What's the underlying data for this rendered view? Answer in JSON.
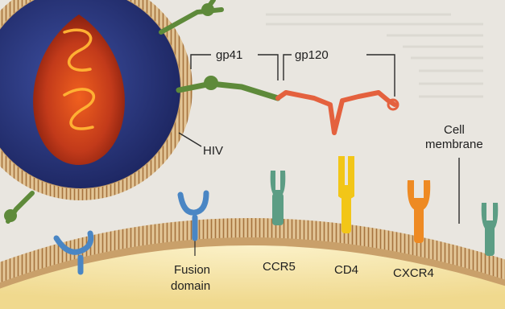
{
  "labels": {
    "gp41": "gp41",
    "gp120": "gp120",
    "hiv": "HIV",
    "cell_membrane_line1": "Cell",
    "cell_membrane_line2": "membrane",
    "fusion_domain_line1": "Fusion",
    "fusion_domain_line2": "domain",
    "ccr5": "CCR5",
    "cd4": "CD4",
    "cxcr4": "CXCR4"
  },
  "colors": {
    "background": "#e9e6e0",
    "virus_envelope": "#2f3f8a",
    "virus_core": "#c23a1a",
    "rna": "#ffb033",
    "membrane_lipids": "#c9a06a",
    "cytoplasm": "#f6e7b0",
    "glycoprotein": "#5e8a3a",
    "gp120": "#e4613e",
    "ccr5_receptor": "#5c9d84",
    "cd4_receptor": "#f2c618",
    "cxcr4_receptor": "#ee8a23",
    "fusion_receptor": "#4a86c4"
  }
}
